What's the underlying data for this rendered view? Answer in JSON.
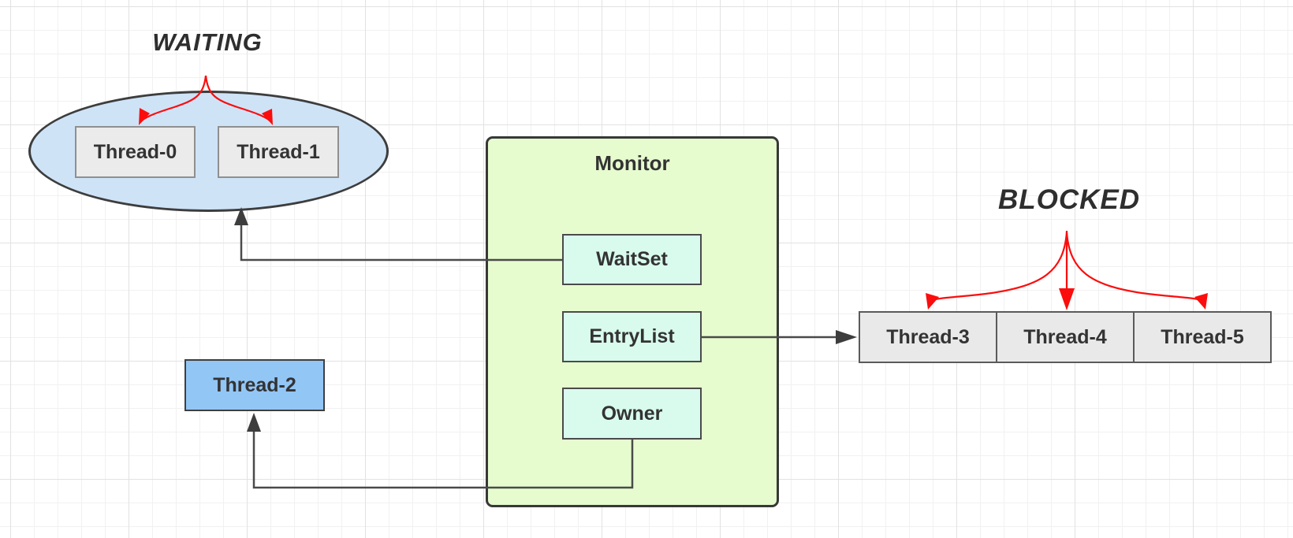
{
  "state_labels": {
    "waiting": "WAITING",
    "blocked": "BLOCKED"
  },
  "monitor": {
    "title": "Monitor",
    "items": [
      {
        "label": "WaitSet"
      },
      {
        "label": "EntryList"
      },
      {
        "label": "Owner"
      }
    ]
  },
  "waiting_group": {
    "threads": [
      {
        "label": "Thread-0"
      },
      {
        "label": "Thread-1"
      }
    ]
  },
  "owner_thread": {
    "label": "Thread-2"
  },
  "blocked_row": {
    "threads": [
      {
        "label": "Thread-3"
      },
      {
        "label": "Thread-4"
      },
      {
        "label": "Thread-5"
      }
    ]
  },
  "colors": {
    "canvas_background": "#ffffff",
    "grid_minor": "#f1f1f1",
    "grid_major": "#e2e2e2",
    "ellipse_fill": "#cfe3f7",
    "monitor_fill": "#e6fccf",
    "monitor_item_fill": "#d9fbee",
    "thread_gray_fill": "#ebebeb",
    "thread2_fill": "#92c6f5",
    "connector_stroke": "#4a4a4a",
    "state_arrow_red": "#fb0d0d",
    "text_dark": "#333333"
  }
}
